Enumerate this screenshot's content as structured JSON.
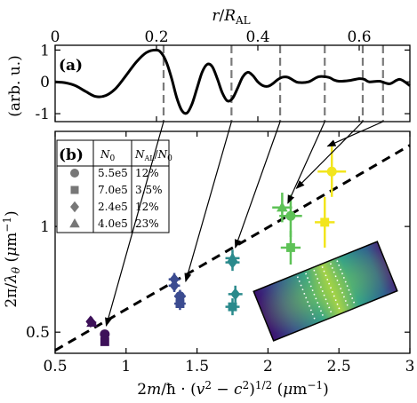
{
  "chart_data": [
    {
      "panel": "a",
      "type": "line",
      "panel_label": "(a)",
      "xlabel": "r/R_AL",
      "ylabel": "(arb. u.)",
      "xlim": [
        0,
        0.7
      ],
      "ylim": [
        -1.25,
        1.15
      ],
      "xticks": [
        "0",
        "0.2",
        "0.4",
        "0.6"
      ],
      "xtick_values": [
        0,
        0.2,
        0.4,
        0.6
      ],
      "yticks": [
        "-1",
        "0",
        "1"
      ],
      "ytick_values": [
        -1,
        0,
        1
      ],
      "grid": false,
      "series": [
        {
          "x": [
            0,
            0.02,
            0.04,
            0.06,
            0.08,
            0.1,
            0.12,
            0.14,
            0.16,
            0.18,
            0.2,
            0.21,
            0.22,
            0.23,
            0.24,
            0.25,
            0.26,
            0.27,
            0.28,
            0.29,
            0.3,
            0.31,
            0.32,
            0.33,
            0.34,
            0.35,
            0.36,
            0.37,
            0.38,
            0.39,
            0.4,
            0.41,
            0.42,
            0.43,
            0.44,
            0.45,
            0.46,
            0.47,
            0.48,
            0.5,
            0.52,
            0.54,
            0.55,
            0.56,
            0.58,
            0.6,
            0.61,
            0.62,
            0.64,
            0.66,
            0.68,
            0.7
          ],
          "y": [
            0,
            -0.03,
            -0.12,
            -0.3,
            -0.46,
            -0.43,
            -0.2,
            0.2,
            0.62,
            0.92,
            1.0,
            0.9,
            0.6,
            0.1,
            -0.5,
            -0.9,
            -0.98,
            -0.7,
            -0.2,
            0.3,
            0.55,
            0.48,
            0.1,
            -0.35,
            -0.6,
            -0.52,
            -0.2,
            0.15,
            0.3,
            0.2,
            0.0,
            -0.12,
            -0.14,
            -0.05,
            0.08,
            0.15,
            0.14,
            0.05,
            -0.02,
            0.0,
            0.16,
            0.14,
            0.06,
            0.02,
            0.04,
            0.1,
            0.08,
            0.0,
            0.02,
            -0.06,
            0.08,
            -0.12
          ]
        }
      ],
      "vlines": [
        0.214,
        0.348,
        0.444,
        0.532,
        0.607,
        0.647
      ]
    },
    {
      "panel": "b",
      "type": "scatter",
      "panel_label": "(b)",
      "xlabel": "2m/ħ · (v² − c²)^{1/2} (μm⁻¹)",
      "ylabel": "2π/λ_θ (μm⁻¹)",
      "xlim": [
        0.5,
        3.0
      ],
      "ylim": [
        0.4,
        1.45
      ],
      "xticks": [
        "0.5",
        "1",
        "1.5",
        "2",
        "2.5",
        "3"
      ],
      "xtick_values": [
        0.5,
        1,
        1.5,
        2,
        2.5,
        3
      ],
      "yticks": [
        "0.5",
        "1"
      ],
      "ytick_values": [
        0.5,
        1
      ],
      "grid": false,
      "fit_line": {
        "style": "dashed",
        "x": [
          0.5,
          3.0
        ],
        "y": [
          0.414,
          1.384
        ]
      },
      "legend": {
        "placement": "top-left",
        "headers": [
          "N_0",
          "N_AL/N_0"
        ],
        "rows": [
          {
            "marker": "circle",
            "N0": "5.5e5",
            "ratio": "12%"
          },
          {
            "marker": "square",
            "N0": "7.0e5",
            "ratio": "3.5%"
          },
          {
            "marker": "diamond",
            "N0": "2.4e5",
            "ratio": "12%"
          },
          {
            "marker": "triangle",
            "N0": "4.0e5",
            "ratio": "23%"
          }
        ]
      },
      "points": [
        {
          "x": 0.76,
          "y": 0.545,
          "xerr": 0.03,
          "yerr": 0.0,
          "marker": "triangle",
          "color": "#3d1159"
        },
        {
          "x": 0.75,
          "y": 0.55,
          "xerr": 0.03,
          "yerr": 0.0,
          "marker": "diamond",
          "color": "#3d1159"
        },
        {
          "x": 0.85,
          "y": 0.49,
          "xerr": 0.0,
          "yerr": 0.0,
          "marker": "circle",
          "color": "#3d1159"
        },
        {
          "x": 0.85,
          "y": 0.455,
          "xerr": 0.0,
          "yerr": 0.0,
          "marker": "square",
          "color": "#3d1159"
        },
        {
          "x": 1.34,
          "y": 0.75,
          "xerr": 0.04,
          "yerr": 0.03,
          "marker": "diamond",
          "color": "#3b4b90"
        },
        {
          "x": 1.34,
          "y": 0.72,
          "xerr": 0.04,
          "yerr": 0.03,
          "marker": "diamond",
          "color": "#3b4b90"
        },
        {
          "x": 1.38,
          "y": 0.67,
          "xerr": 0.04,
          "yerr": 0.03,
          "marker": "circle",
          "color": "#3b4b90"
        },
        {
          "x": 1.38,
          "y": 0.635,
          "xerr": 0.04,
          "yerr": 0.03,
          "marker": "square",
          "color": "#3b4b90"
        },
        {
          "x": 1.75,
          "y": 0.85,
          "xerr": 0.05,
          "yerr": 0.04,
          "marker": "triangle",
          "color": "#2a8a8c"
        },
        {
          "x": 1.75,
          "y": 0.83,
          "xerr": 0.05,
          "yerr": 0.04,
          "marker": "diamond",
          "color": "#2a8a8c"
        },
        {
          "x": 1.77,
          "y": 0.68,
          "xerr": 0.05,
          "yerr": 0.04,
          "marker": "diamond",
          "color": "#2a8a8c"
        },
        {
          "x": 1.75,
          "y": 0.62,
          "xerr": 0.05,
          "yerr": 0.04,
          "marker": "square",
          "color": "#2a8a8c"
        },
        {
          "x": 2.1,
          "y": 1.09,
          "xerr": 0.07,
          "yerr": 0.07,
          "marker": "triangle",
          "color": "#5ec257"
        },
        {
          "x": 2.16,
          "y": 1.05,
          "xerr": 0.08,
          "yerr": 0.1,
          "marker": "circle",
          "color": "#5ec257"
        },
        {
          "x": 2.16,
          "y": 0.9,
          "xerr": 0.07,
          "yerr": 0.08,
          "marker": "square",
          "color": "#5ec257"
        },
        {
          "x": 2.45,
          "y": 1.26,
          "xerr": 0.1,
          "yerr": 0.12,
          "marker": "circle",
          "color": "#f2e51d"
        },
        {
          "x": 2.4,
          "y": 1.02,
          "xerr": 0.07,
          "yerr": 0.12,
          "marker": "square",
          "color": "#f2e51d"
        }
      ],
      "arrows": [
        {
          "from_vline": 0,
          "to": [
            0.86,
            0.53
          ]
        },
        {
          "from_vline": 1,
          "to": [
            1.42,
            0.74
          ]
        },
        {
          "from_vline": 2,
          "to": [
            1.77,
            0.9
          ]
        },
        {
          "from_vline": 3,
          "to": [
            2.14,
            1.11
          ]
        },
        {
          "from_vline": 4,
          "to": [
            2.2,
            1.18
          ]
        },
        {
          "from_vline": 5,
          "to": [
            2.42,
            1.38
          ]
        }
      ],
      "inset_image": {
        "placement": "bottom-right",
        "content": "atom-cloud density image with dotted fringe lines"
      }
    }
  ]
}
